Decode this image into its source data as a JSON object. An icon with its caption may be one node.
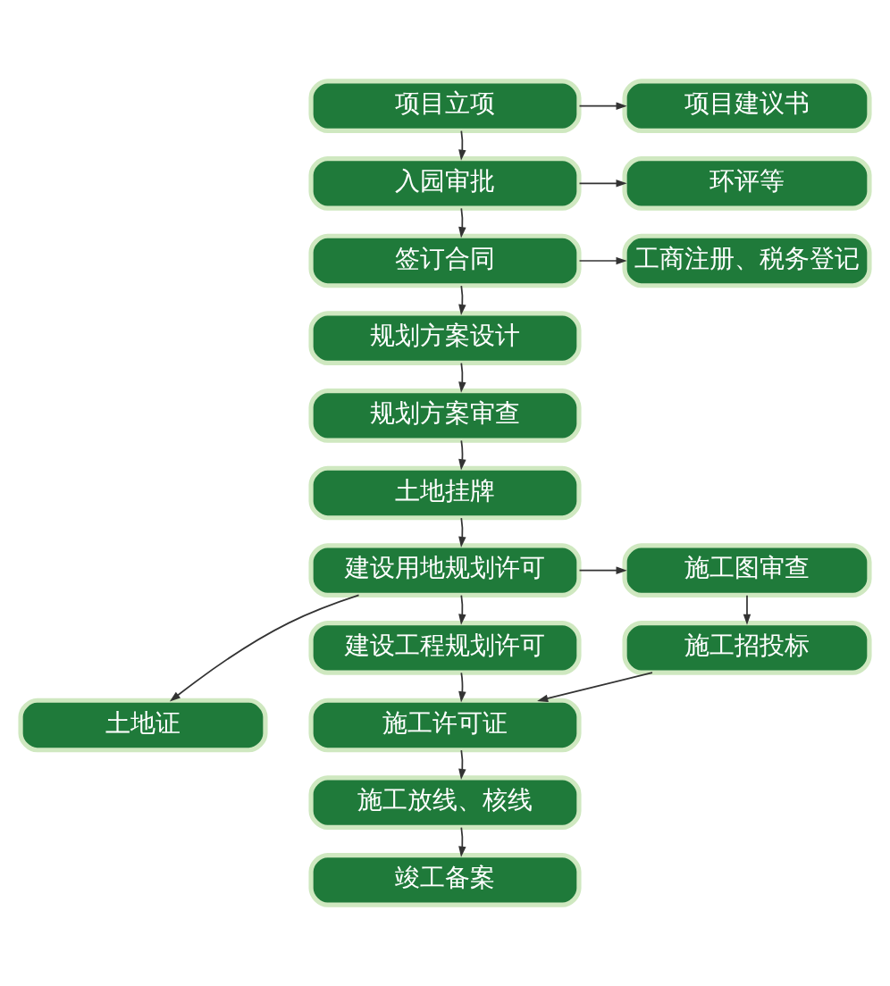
{
  "diagram": {
    "nodes": [
      {
        "text": [
          "项目立项"
        ]
      },
      {
        "text": [
          "项目建议书"
        ]
      },
      {
        "text": [
          "入园审批"
        ]
      },
      {
        "text": [
          "环评等"
        ]
      },
      {
        "text": [
          "签订合同"
        ]
      },
      {
        "text": [
          "工商注册、税务登记"
        ]
      },
      {
        "text": [
          "规划方案设计"
        ]
      },
      {
        "text": [
          "规划方案审查"
        ]
      },
      {
        "text": [
          "土地挂牌"
        ]
      },
      {
        "text": [
          "建设用地规划许可"
        ]
      },
      {
        "text": [
          "土地证"
        ]
      },
      {
        "text": [
          "施工图审查"
        ]
      },
      {
        "text": [
          "建设工程规划许可"
        ]
      },
      {
        "text": [
          "施工招投标"
        ]
      },
      {
        "text": [
          "施工许可证"
        ]
      },
      {
        "text": [
          "施工放线、核线"
        ]
      },
      {
        "text": [
          "竣工备案"
        ]
      }
    ],
    "edges": [
      {
        "from": 0,
        "to": 1,
        "arrow": "to"
      },
      {
        "from": 0,
        "to": 2,
        "arrow": "to"
      },
      {
        "from": 2,
        "to": 3,
        "arrow": "to"
      },
      {
        "from": 2,
        "to": 4,
        "arrow": "to"
      },
      {
        "from": 4,
        "to": 5,
        "arrow": "to"
      },
      {
        "from": 4,
        "to": 6,
        "arrow": "to"
      },
      {
        "from": 6,
        "to": 7,
        "arrow": "to"
      },
      {
        "from": 7,
        "to": 8,
        "arrow": "to"
      },
      {
        "from": 8,
        "to": 9,
        "arrow": "to"
      },
      {
        "from": 9,
        "to": 10,
        "arrow": "to"
      },
      {
        "from": 9,
        "to": 11,
        "arrow": "to"
      },
      {
        "from": 9,
        "to": 12,
        "arrow": "to"
      },
      {
        "from": 11,
        "to": 13,
        "arrow": "to"
      },
      {
        "from": 13,
        "to": 14,
        "arrow": "to"
      },
      {
        "from": 12,
        "to": 14,
        "arrow": "to"
      },
      {
        "from": 14,
        "to": 15,
        "arrow": "to"
      },
      {
        "from": 15,
        "to": 16,
        "arrow": "to"
      }
    ]
  }
}
